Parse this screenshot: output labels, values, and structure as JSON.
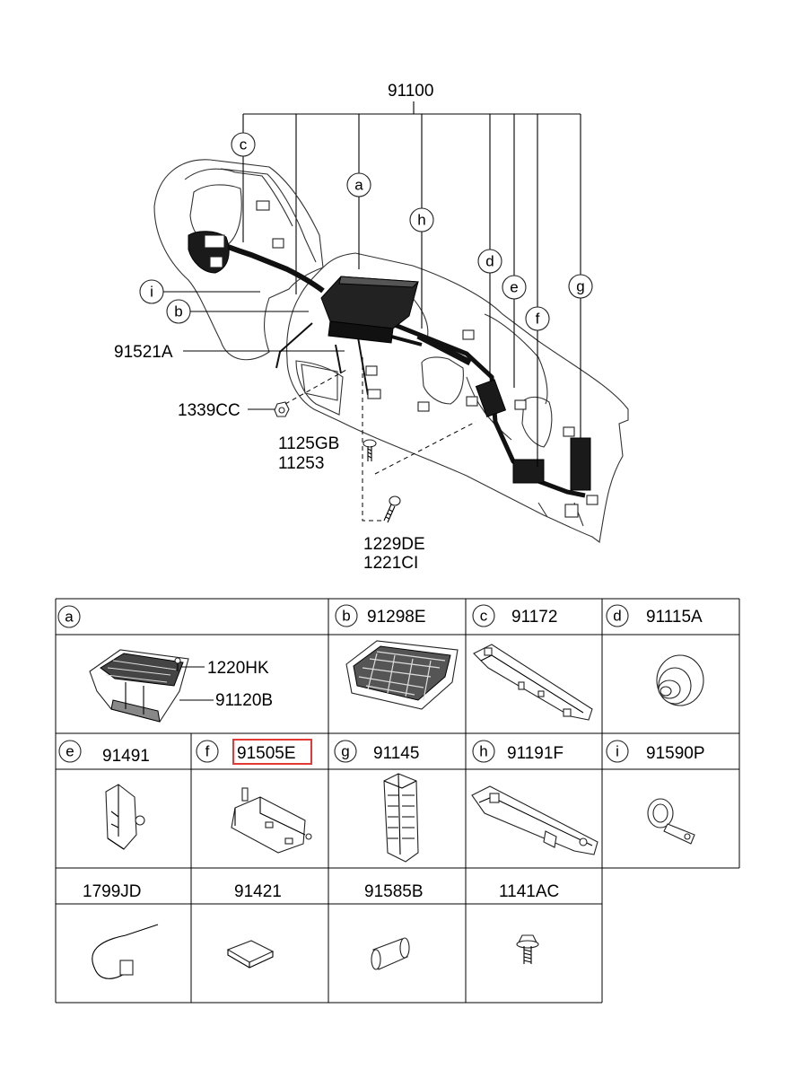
{
  "diagram": {
    "main_assembly": "91100",
    "callouts": {
      "a": "a",
      "b": "b",
      "c": "c",
      "d": "d",
      "e": "e",
      "f": "f",
      "g": "g",
      "h": "h",
      "i": "i"
    },
    "part_labels": {
      "p91521a": "91521A",
      "p1339cc": "1339CC",
      "p1125gb": "1125GB",
      "p11253": "11253",
      "p1229de": "1229DE",
      "p1221ci": "1221CI"
    }
  },
  "table": {
    "cells": [
      {
        "letter": "a",
        "number": ""
      },
      {
        "letter": "b",
        "number": "91298E"
      },
      {
        "letter": "c",
        "number": "91172"
      },
      {
        "letter": "d",
        "number": "91115A"
      },
      {
        "letter": "e",
        "number": "91491"
      },
      {
        "letter": "f",
        "number": "91505E",
        "highlighted": true
      },
      {
        "letter": "g",
        "number": "91145"
      },
      {
        "letter": "h",
        "number": "91191F"
      },
      {
        "letter": "i",
        "number": "91590P"
      }
    ],
    "a_sub_labels": [
      "1220HK",
      "91120B"
    ],
    "extra_parts": [
      "1799JD",
      "91421",
      "91585B",
      "1141AC"
    ],
    "highlight_color": "#e53935"
  }
}
